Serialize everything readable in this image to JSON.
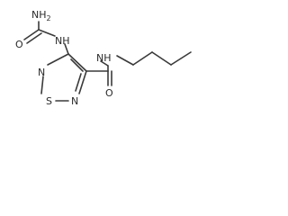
{
  "molecule": {
    "atoms": {
      "nh2": {
        "text": "NH",
        "sub": "2"
      },
      "o_top": "O",
      "nh_left": "NH",
      "nh_right": "NH",
      "o_right": "O",
      "n_ring_top": "N",
      "s_ring": "S",
      "n_ring_bottom": "N"
    }
  }
}
